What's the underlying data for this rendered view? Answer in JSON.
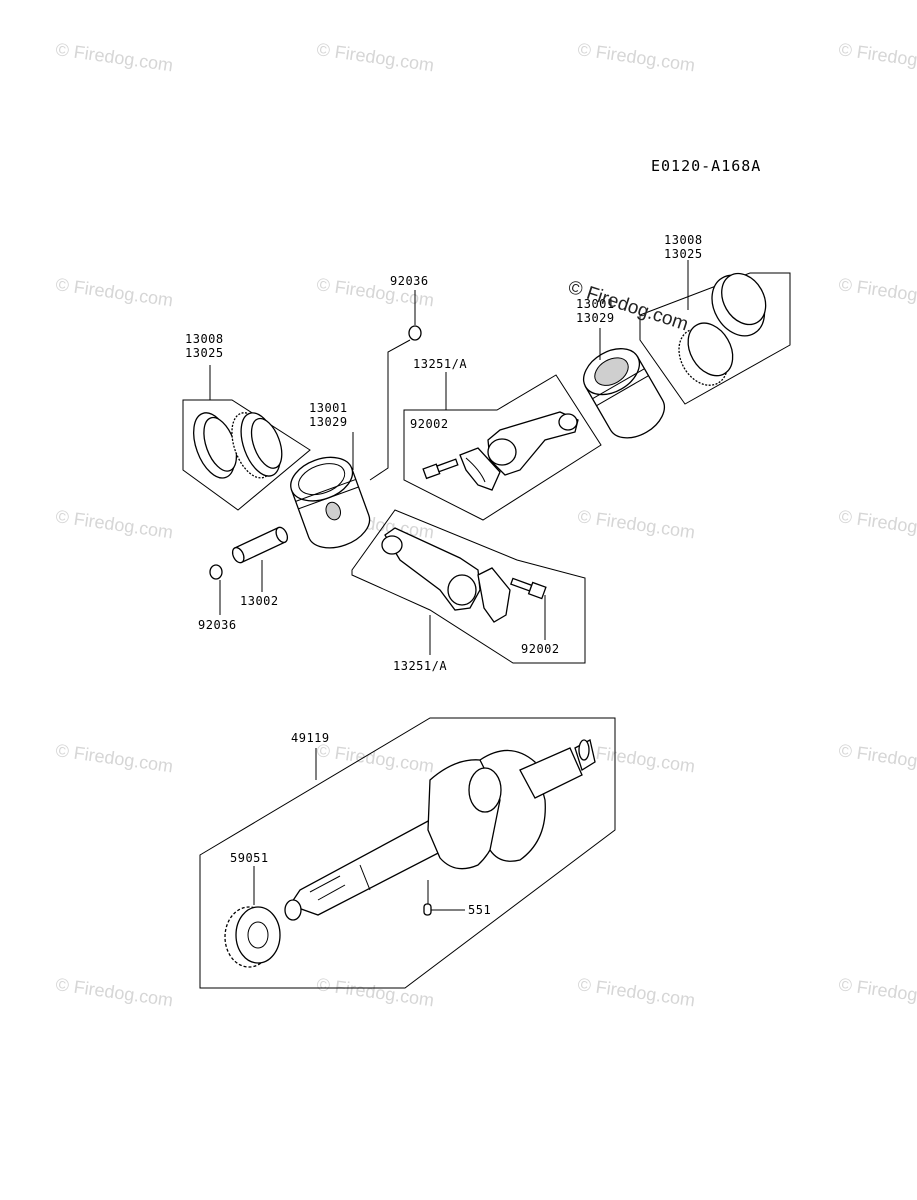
{
  "diagram_code": "E0120-A168A",
  "watermark_text": "© Firedog.com",
  "labels": {
    "ring_set_left_a": "13008",
    "ring_set_left_b": "13025",
    "piston_left_a": "13001",
    "piston_left_b": "13029",
    "circlip_top": "92036",
    "conrod_top": "13251/A",
    "bolt_top": "92002",
    "ring_set_right_a": "13008",
    "ring_set_right_b": "13025",
    "piston_right_a": "13001",
    "piston_right_b": "13029",
    "pin": "13002",
    "circlip_bottom": "92036",
    "bolt_bottom": "92002",
    "conrod_bottom": "13251/A",
    "crankshaft": "49119",
    "gear": "59051",
    "key": "551"
  }
}
